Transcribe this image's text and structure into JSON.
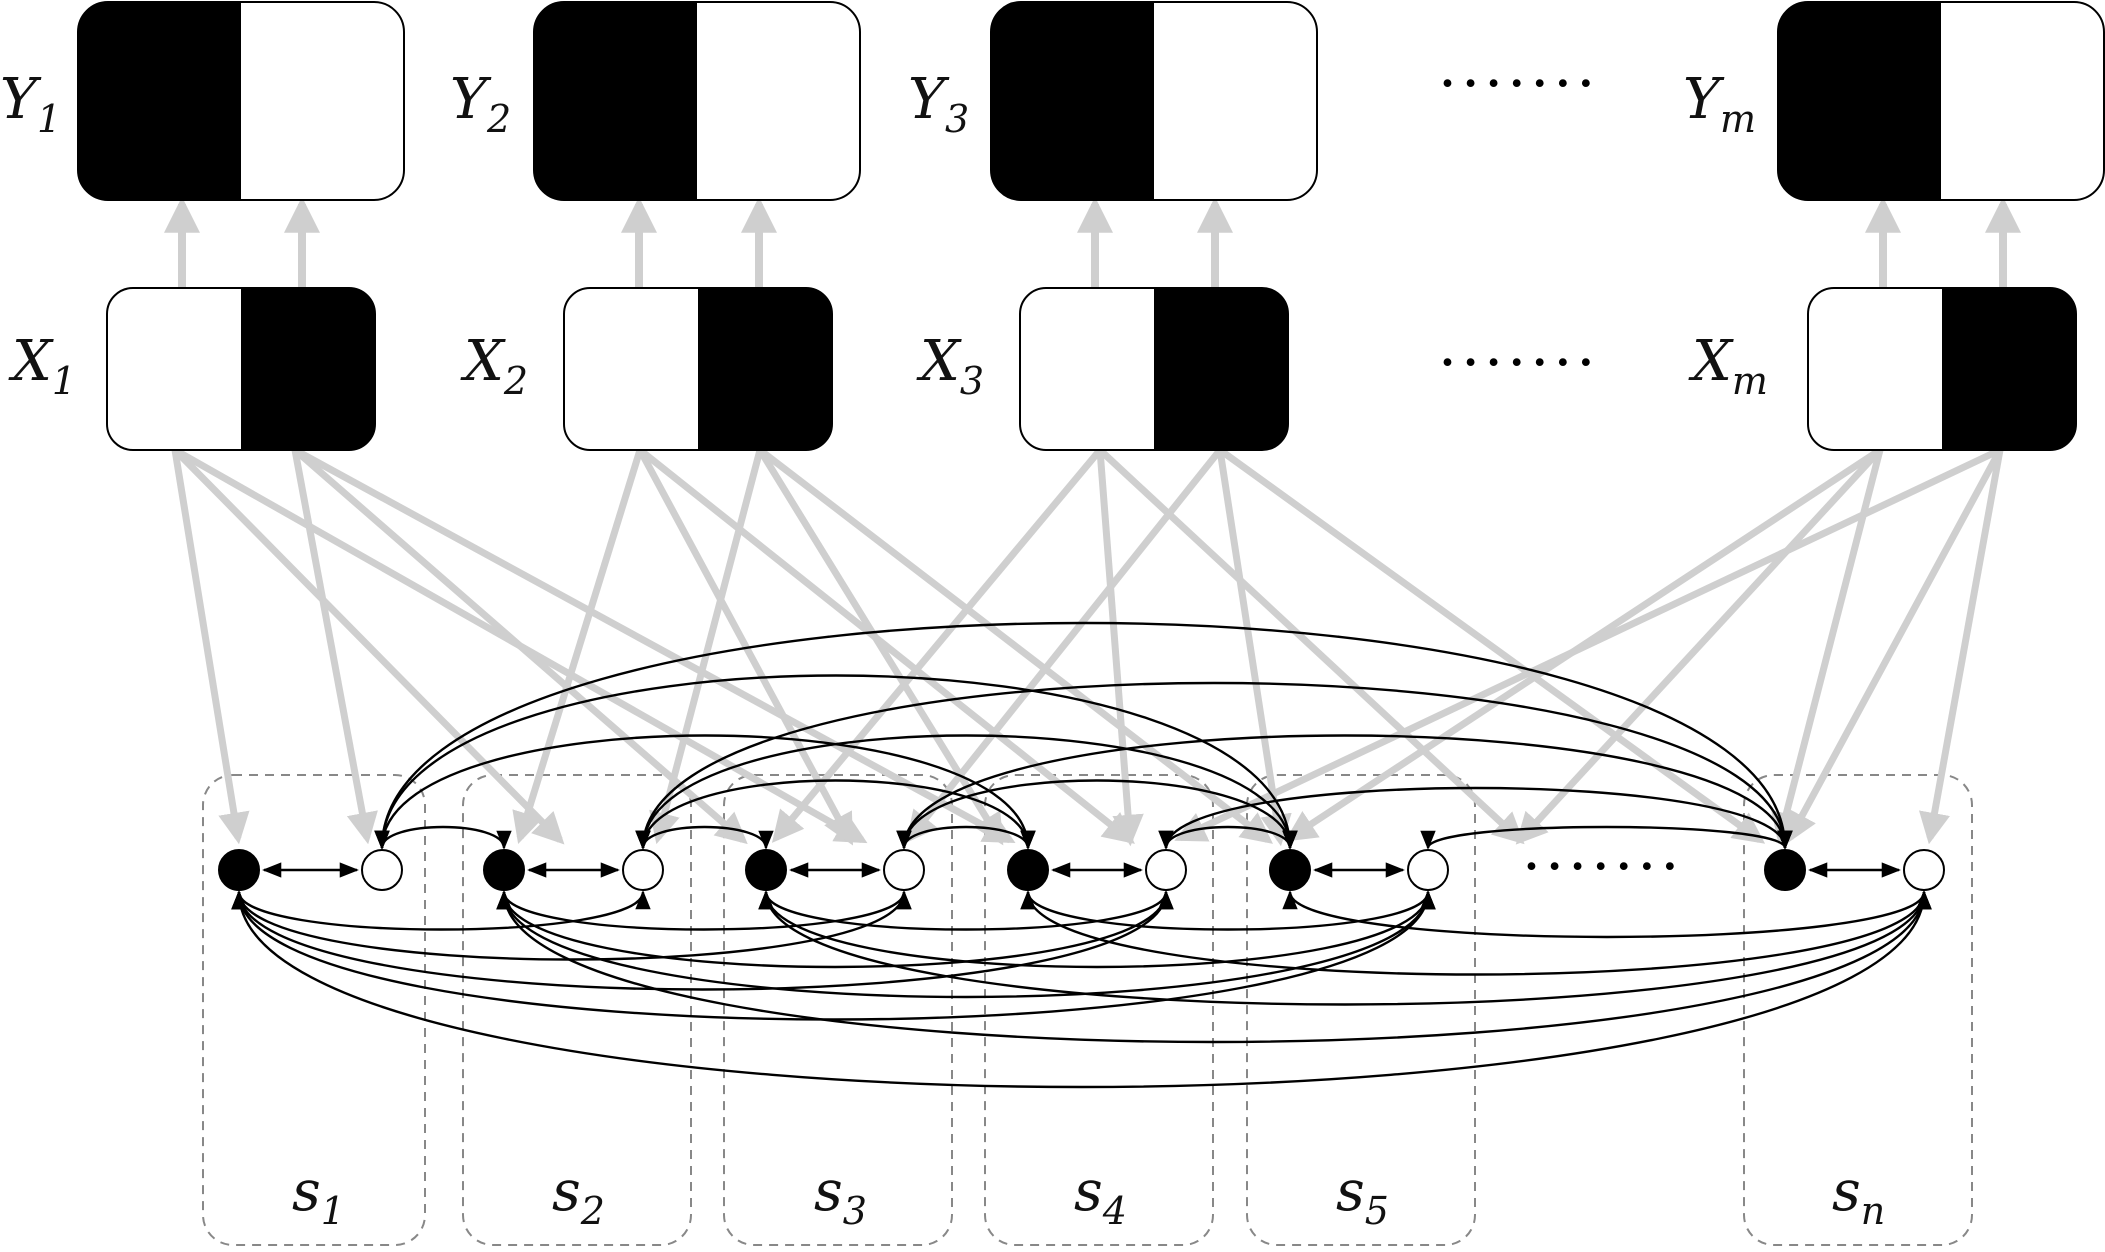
{
  "diagram": {
    "y_nodes": [
      {
        "label": "Y",
        "sub": "1"
      },
      {
        "label": "Y",
        "sub": "2"
      },
      {
        "label": "Y",
        "sub": "3"
      },
      {
        "label": "Y",
        "sub": "m"
      }
    ],
    "x_nodes": [
      {
        "label": "X",
        "sub": "1"
      },
      {
        "label": "X",
        "sub": "2"
      },
      {
        "label": "X",
        "sub": "3"
      },
      {
        "label": "X",
        "sub": "m"
      }
    ],
    "s_groups": [
      {
        "label": "s",
        "sub": "1"
      },
      {
        "label": "s",
        "sub": "2"
      },
      {
        "label": "s",
        "sub": "3"
      },
      {
        "label": "s",
        "sub": "4"
      },
      {
        "label": "s",
        "sub": "5"
      },
      {
        "label": "s",
        "sub": "n"
      }
    ],
    "ellipsis": "·······",
    "colors": {
      "black_half": "#000000",
      "white_half": "#ffffff",
      "gray_arrow": "#cfcfcf",
      "curve": "#000000",
      "dashed_box": "#888888"
    }
  }
}
